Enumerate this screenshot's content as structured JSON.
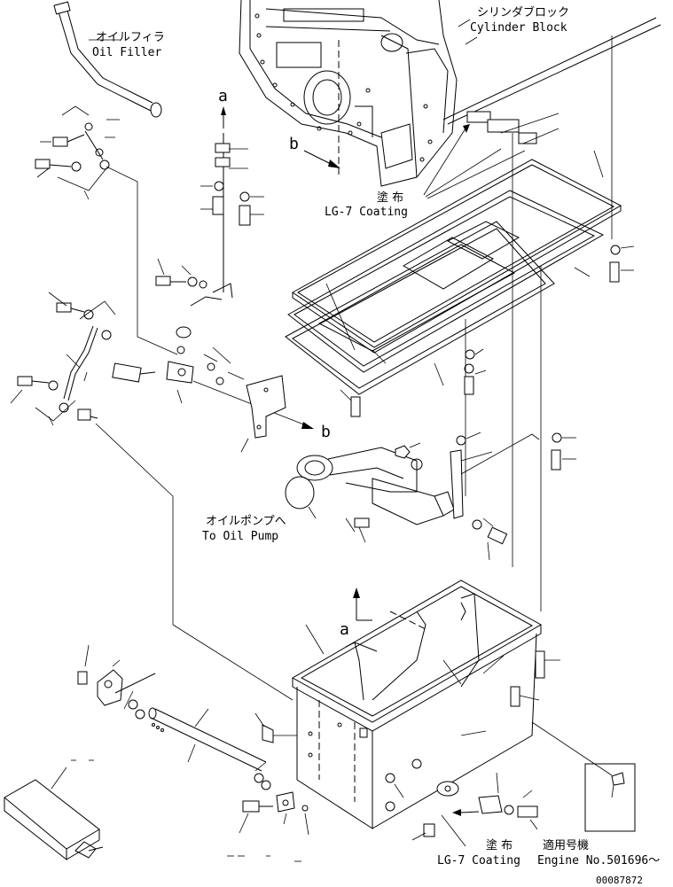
{
  "labels": {
    "cylinder_block_jp": "シリンダブロック",
    "cylinder_block_en": "Cylinder Block",
    "oil_filler_jp": "オイルフィラ",
    "oil_filler_en": "Oil Filler",
    "coating_top_jp": "塗 布",
    "coating_top_en": "LG-7 Coating",
    "oil_pump_jp": "オイルポンプへ",
    "oil_pump_en": "To Oil Pump",
    "coating_bottom_jp": "塗 布",
    "coating_bottom_en": "LG-7 Coating",
    "engine_no_jp": "適用号機",
    "engine_no_en": "Engine No.501696～",
    "ref_a_top": "a",
    "ref_b_top": "b",
    "ref_b_mid": "b",
    "ref_a_pan": "a",
    "drawing_number": "00087872"
  }
}
